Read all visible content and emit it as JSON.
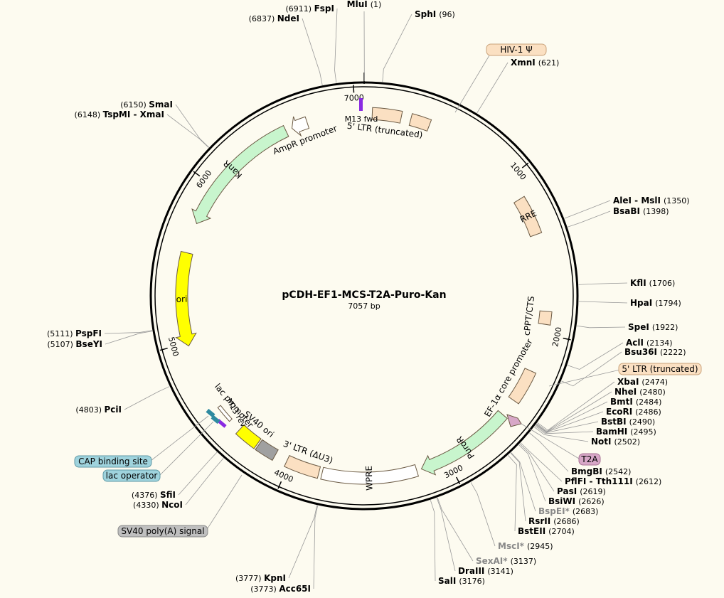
{
  "plasmid": {
    "name": "pCDH-EF1-MCS-T2A-Puro-Kan",
    "size": 7057,
    "size_label": "7057 bp"
  },
  "colors": {
    "background": "#fdfbf0",
    "ltr": "#fbe0c2",
    "kanr": "#c8f5cd",
    "ori": "#ffff00",
    "t2a": "#d7a7c7",
    "blue_feature": "#2f8aa0",
    "gray_feature": "#a0a0a0",
    "purple_primer": "#8a2be2"
  },
  "ruler": [
    {
      "pos": 1000,
      "label": "1000"
    },
    {
      "pos": 2000,
      "label": "2000"
    },
    {
      "pos": 3000,
      "label": "3000"
    },
    {
      "pos": 4000,
      "label": "4000"
    },
    {
      "pos": 5000,
      "label": "5000"
    },
    {
      "pos": 6000,
      "label": "6000"
    },
    {
      "pos": 7000,
      "label": "7000"
    }
  ],
  "features": [
    {
      "name": "5' LTR (truncated)",
      "start": 50,
      "end": 230,
      "color": "#fbe0c2",
      "type": "box",
      "label": "5' LTR (truncated)"
    },
    {
      "name": "HIV-1 Psi",
      "start": 290,
      "end": 410,
      "color": "#fbe0c2",
      "type": "box",
      "label": ""
    },
    {
      "name": "RRE",
      "start": 1140,
      "end": 1380,
      "color": "#fbe0c2",
      "type": "box",
      "label": "RRE"
    },
    {
      "name": "cPPT/CTS",
      "start": 1860,
      "end": 1940,
      "color": "#fbe0c2",
      "type": "box",
      "label": "cPPT/CTS"
    },
    {
      "name": "EF-1a core promoter",
      "start": 2240,
      "end": 2450,
      "color": "#fbe0c2",
      "type": "box",
      "label": "EF-1α core promoter"
    },
    {
      "name": "PuroR",
      "start": 2560,
      "end": 3170,
      "color": "#c8f5cd",
      "type": "arrow",
      "label": "PuroR"
    },
    {
      "name": "WPRE",
      "start": 3200,
      "end": 3790,
      "color": "#ffffff",
      "type": "box",
      "label": "WPRE"
    },
    {
      "name": "3' LTR (dU3)",
      "start": 3810,
      "end": 4020,
      "color": "#fbe0c2",
      "type": "box",
      "label": "3' LTR (ΔU3)"
    },
    {
      "name": "SV40 poly(A) signal",
      "start": 4100,
      "end": 4220,
      "color": "#a0a0a0",
      "type": "box",
      "label": ""
    },
    {
      "name": "SV40 ori",
      "start": 4230,
      "end": 4370,
      "color": "#ffff00",
      "type": "box",
      "label": "SV40 ori"
    },
    {
      "name": "lac promoter",
      "start": 4450,
      "end": 4560,
      "color": "#ffffff",
      "type": "thin",
      "label": "lac promoter"
    },
    {
      "name": "ori",
      "start": 4980,
      "end": 5560,
      "color": "#ffff00",
      "type": "arrow-rev",
      "label": "ori"
    },
    {
      "name": "KanR",
      "start": 5750,
      "end": 6560,
      "color": "#c8f5cd",
      "type": "arrow-rev",
      "label": "KanR"
    },
    {
      "name": "AmpR promoter",
      "start": 6600,
      "end": 6700,
      "color": "#ffffff",
      "type": "arrow-rev",
      "label": "AmpR promoter"
    }
  ],
  "sites": [
    {
      "name": "MluI",
      "pos": "1",
      "gray": false
    },
    {
      "name": "SphI",
      "pos": "96",
      "gray": false
    },
    {
      "name": "XmnI",
      "pos": "621",
      "gray": false
    },
    {
      "name": "AleI - MslI",
      "pos": "1350",
      "gray": false
    },
    {
      "name": "BsaBI",
      "pos": "1398",
      "gray": false
    },
    {
      "name": "KflI",
      "pos": "1706",
      "gray": false
    },
    {
      "name": "HpaI",
      "pos": "1794",
      "gray": false
    },
    {
      "name": "SpeI",
      "pos": "1922",
      "gray": false
    },
    {
      "name": "AclI",
      "pos": "2134",
      "gray": false
    },
    {
      "name": "Bsu36I",
      "pos": "2222",
      "gray": false
    },
    {
      "name": "XbaI",
      "pos": "2474",
      "gray": false
    },
    {
      "name": "NheI",
      "pos": "2480",
      "gray": false
    },
    {
      "name": "BmtI",
      "pos": "2484",
      "gray": false
    },
    {
      "name": "EcoRI",
      "pos": "2486",
      "gray": false
    },
    {
      "name": "BstBI",
      "pos": "2490",
      "gray": false
    },
    {
      "name": "BamHI",
      "pos": "2495",
      "gray": false
    },
    {
      "name": "NotI",
      "pos": "2502",
      "gray": false
    },
    {
      "name": "BmgBI",
      "pos": "2542",
      "gray": false
    },
    {
      "name": "PflFI - Tth111I",
      "pos": "2612",
      "gray": false
    },
    {
      "name": "PasI",
      "pos": "2619",
      "gray": false
    },
    {
      "name": "BsiWI",
      "pos": "2626",
      "gray": false
    },
    {
      "name": "BspEI*",
      "pos": "2683",
      "gray": true
    },
    {
      "name": "RsrII",
      "pos": "2686",
      "gray": false
    },
    {
      "name": "BstEII",
      "pos": "2704",
      "gray": false
    },
    {
      "name": "MscI*",
      "pos": "2945",
      "gray": true
    },
    {
      "name": "SexAI*",
      "pos": "3137",
      "gray": true
    },
    {
      "name": "DraIII",
      "pos": "3141",
      "gray": false
    },
    {
      "name": "SalI",
      "pos": "3176",
      "gray": false
    },
    {
      "name": "KpnI",
      "pos": "3777",
      "gray": false
    },
    {
      "name": "Acc65I",
      "pos": "3773",
      "gray": false
    },
    {
      "name": "NcoI",
      "pos": "4330",
      "gray": false
    },
    {
      "name": "SfiI",
      "pos": "4376",
      "gray": false
    },
    {
      "name": "PciI",
      "pos": "4803",
      "gray": false
    },
    {
      "name": "BseYI",
      "pos": "5107",
      "gray": false
    },
    {
      "name": "PspFI",
      "pos": "5111",
      "gray": false
    },
    {
      "name": "TspMI - XmaI",
      "pos": "6148",
      "gray": false
    },
    {
      "name": "SmaI",
      "pos": "6150",
      "gray": false
    },
    {
      "name": "NdeI",
      "pos": "6837",
      "gray": false
    },
    {
      "name": "FspI",
      "pos": "6911",
      "gray": false
    }
  ],
  "callouts": [
    {
      "label": "HIV-1 Ψ",
      "color": "#fbe0c2"
    },
    {
      "label": "5' LTR (truncated)",
      "color": "#fbe0c2"
    },
    {
      "label": "T2A",
      "color": "#d7a7c7"
    },
    {
      "label": "CAP binding site",
      "color": "#9fd3dd"
    },
    {
      "label": "lac operator",
      "color": "#9fd3dd"
    },
    {
      "label": "SV40 poly(A) signal",
      "color": "#bfbfbf"
    }
  ],
  "primers": [
    {
      "label": "M13 fwd"
    },
    {
      "label": "M13 rev"
    }
  ]
}
